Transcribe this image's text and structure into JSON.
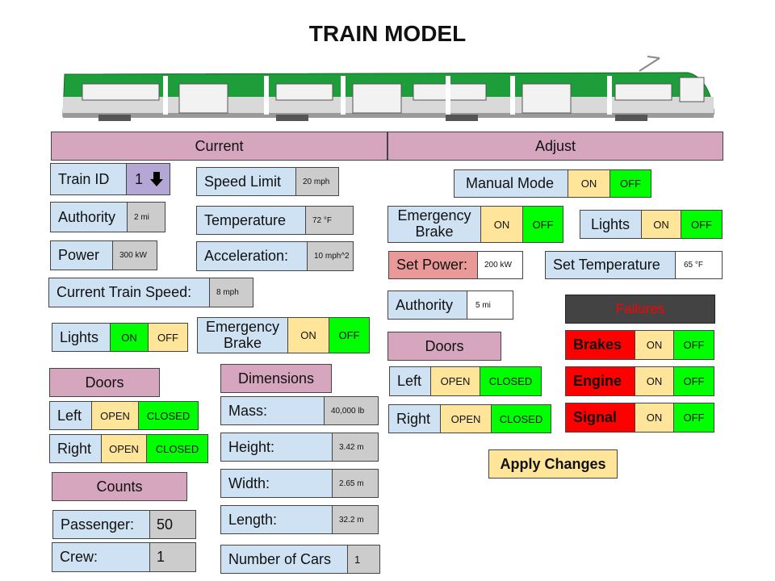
{
  "page_title": "TRAIN MODEL",
  "sections": {
    "current": "Current",
    "adjust": "Adjust"
  },
  "current": {
    "train_id": {
      "label": "Train ID",
      "value": "1"
    },
    "authority": {
      "label": "Authority",
      "value": "2 mi"
    },
    "power": {
      "label": "Power",
      "value": "300 kW"
    },
    "speed": {
      "label": "Current Train Speed:",
      "value": "8 mph"
    },
    "lights": {
      "label": "Lights",
      "on": "ON",
      "off": "OFF"
    },
    "doors_title": "Doors",
    "door_left": {
      "label": "Left",
      "open": "OPEN",
      "closed": "CLOSED"
    },
    "door_right": {
      "label": "Right",
      "open": "OPEN",
      "closed": "CLOSED"
    },
    "counts_title": "Counts",
    "passenger": {
      "label": "Passenger:",
      "value": "50"
    },
    "crew": {
      "label": "Crew:",
      "value": "1"
    },
    "speed_limit": {
      "label": "Speed Limit",
      "value": "20 mph"
    },
    "temperature": {
      "label": "Temperature",
      "value": "72 °F"
    },
    "acceleration": {
      "label": "Acceleration:",
      "value": "10 mph^2"
    },
    "ebrake": {
      "label": "Emergency Brake",
      "on": "ON",
      "off": "OFF"
    },
    "dimensions_title": "Dimensions",
    "mass": {
      "label": "Mass:",
      "value": "40,000 lb"
    },
    "height": {
      "label": "Height:",
      "value": "3.42 m"
    },
    "width": {
      "label": "Width:",
      "value": "2.65 m"
    },
    "length": {
      "label": "Length:",
      "value": "32.2 m"
    },
    "cars": {
      "label": "Number of Cars",
      "value": "1"
    }
  },
  "adjust": {
    "manual_mode": {
      "label": "Manual Mode",
      "on": "ON",
      "off": "OFF"
    },
    "ebrake": {
      "label": "Emergency Brake",
      "on": "ON",
      "off": "OFF"
    },
    "lights": {
      "label": "Lights",
      "on": "ON",
      "off": "OFF"
    },
    "set_power": {
      "label": "Set Power:",
      "value": "200 kW"
    },
    "set_temperature": {
      "label": "Set Temperature",
      "value": "65 °F"
    },
    "authority": {
      "label": "Authority",
      "value": "5 mi"
    },
    "doors_title": "Doors",
    "door_left": {
      "label": "Left",
      "open": "OPEN",
      "closed": "CLOSED"
    },
    "door_right": {
      "label": "Right",
      "open": "OPEN",
      "closed": "CLOSED"
    },
    "failures_title": "Failures",
    "brakes": {
      "label": "Brakes",
      "on": "ON",
      "off": "OFF"
    },
    "engine": {
      "label": "Engine",
      "on": "ON",
      "off": "OFF"
    },
    "signal": {
      "label": "Signal",
      "on": "ON",
      "off": "OFF"
    },
    "apply": "Apply Changes"
  },
  "colors": {
    "label_bg": "#cfe2f3",
    "section_bg": "#d5a6bd",
    "train_green": "#1e9e3a",
    "failure_red": "#ff0000",
    "toggle_on": "#ffe599",
    "toggle_off": "#00ff00"
  },
  "icons": {
    "train": "tram-illustration",
    "dropdown": "arrow-down-icon"
  }
}
